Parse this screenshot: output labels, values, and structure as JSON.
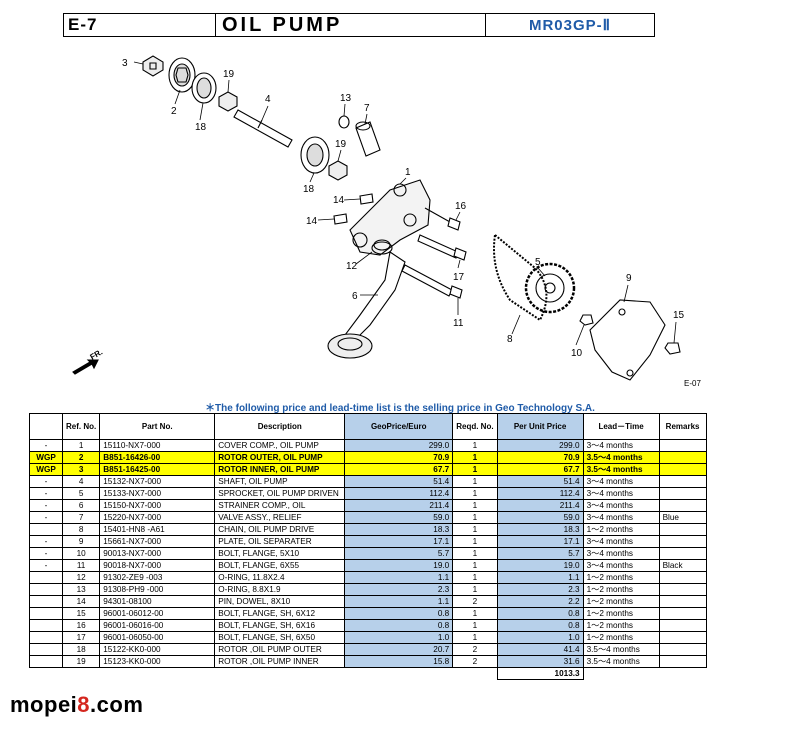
{
  "header": {
    "code": "E-7",
    "title": "OIL  PUMP",
    "model": "MR03GP-Ⅱ"
  },
  "diagram": {
    "callouts": [
      "3",
      "2",
      "18",
      "19",
      "4",
      "13",
      "7",
      "19",
      "18",
      "1",
      "14",
      "14",
      "16",
      "12",
      "6",
      "17",
      "11",
      "5",
      "8",
      "9",
      "15",
      "10"
    ],
    "figure_code": "E-07",
    "front_label": "FR."
  },
  "note": "＊The following price and lead-time list is the selling price in Geo Technology S.A.",
  "table": {
    "headers": {
      "flag": "",
      "ref": "Ref. No.",
      "part": "Part  No.",
      "desc": "Description",
      "geoprice": "GeoPrice/Euro",
      "reqd": "Reqd. No.",
      "unit": "Per Unit Price",
      "lead": "Lead－Time",
      "remarks": "Remarks"
    },
    "rows": [
      {
        "flag": "-",
        "ref": "1",
        "part": "15110-NX7-000",
        "desc": "COVER COMP., OIL PUMP",
        "price": "299.0",
        "reqd": "1",
        "unit": "299.0",
        "lead": "3～4 months",
        "remarks": "",
        "hl": false
      },
      {
        "flag": "WGP",
        "ref": "2",
        "part": "B851-16426-00",
        "desc": "ROTOR OUTER, OIL PUMP",
        "price": "70.9",
        "reqd": "1",
        "unit": "70.9",
        "lead": "3.5～4 months",
        "remarks": "",
        "hl": true
      },
      {
        "flag": "WGP",
        "ref": "3",
        "part": "B851-16425-00",
        "desc": "ROTOR INNER, OIL PUMP",
        "price": "67.7",
        "reqd": "1",
        "unit": "67.7",
        "lead": "3.5～4 months",
        "remarks": "",
        "hl": true
      },
      {
        "flag": "-",
        "ref": "4",
        "part": "15132-NX7-000",
        "desc": "SHAFT, OIL PUMP",
        "price": "51.4",
        "reqd": "1",
        "unit": "51.4",
        "lead": "3～4 months",
        "remarks": "",
        "hl": false
      },
      {
        "flag": "-",
        "ref": "5",
        "part": "15133-NX7-000",
        "desc": "SPROCKET, OIL PUMP DRIVEN",
        "price": "112.4",
        "reqd": "1",
        "unit": "112.4",
        "lead": "3～4 months",
        "remarks": "",
        "hl": false
      },
      {
        "flag": "-",
        "ref": "6",
        "part": "15150-NX7-000",
        "desc": "STRAINER COMP., OIL",
        "price": "211.4",
        "reqd": "1",
        "unit": "211.4",
        "lead": "3～4 months",
        "remarks": "",
        "hl": false
      },
      {
        "flag": "-",
        "ref": "7",
        "part": "15220-NX7-000",
        "desc": "VALVE ASSY., RELIEF",
        "price": "59.0",
        "reqd": "1",
        "unit": "59.0",
        "lead": "3～4 months",
        "remarks": "Blue",
        "hl": false
      },
      {
        "flag": "",
        "ref": "8",
        "part": "15401-HN8 -A61",
        "desc": "CHAIN, OIL PUMP DRIVE",
        "price": "18.3",
        "reqd": "1",
        "unit": "18.3",
        "lead": "1～2 months",
        "remarks": "",
        "hl": false
      },
      {
        "flag": "-",
        "ref": "9",
        "part": "15661-NX7-000",
        "desc": "PLATE, OIL SEPARATER",
        "price": "17.1",
        "reqd": "1",
        "unit": "17.1",
        "lead": "3～4 months",
        "remarks": "",
        "hl": false
      },
      {
        "flag": "-",
        "ref": "10",
        "part": "90013-NX7-000",
        "desc": "BOLT, FLANGE, 5X10",
        "price": "5.7",
        "reqd": "1",
        "unit": "5.7",
        "lead": "3～4 months",
        "remarks": "",
        "hl": false
      },
      {
        "flag": "-",
        "ref": "11",
        "part": "90018-NX7-000",
        "desc": "BOLT, FLANGE, 6X55",
        "price": "19.0",
        "reqd": "1",
        "unit": "19.0",
        "lead": "3～4 months",
        "remarks": "Black",
        "hl": false
      },
      {
        "flag": "",
        "ref": "12",
        "part": "91302-ZE9 -003",
        "desc": "O-RING, 11.8X2.4",
        "price": "1.1",
        "reqd": "1",
        "unit": "1.1",
        "lead": "1～2 months",
        "remarks": "",
        "hl": false
      },
      {
        "flag": "",
        "ref": "13",
        "part": "91308-PH9 -000",
        "desc": "O-RING, 8.8X1.9",
        "price": "2.3",
        "reqd": "1",
        "unit": "2.3",
        "lead": "1～2 months",
        "remarks": "",
        "hl": false
      },
      {
        "flag": "",
        "ref": "14",
        "part": "94301-08100",
        "desc": "PIN, DOWEL, 8X10",
        "price": "1.1",
        "reqd": "2",
        "unit": "2.2",
        "lead": "1～2 months",
        "remarks": "",
        "hl": false
      },
      {
        "flag": "",
        "ref": "15",
        "part": "96001-06012-00",
        "desc": "BOLT, FLANGE, SH, 6X12",
        "price": "0.8",
        "reqd": "1",
        "unit": "0.8",
        "lead": "1～2 months",
        "remarks": "",
        "hl": false
      },
      {
        "flag": "",
        "ref": "16",
        "part": "96001-06016-00",
        "desc": "BOLT, FLANGE, SH, 6X16",
        "price": "0.8",
        "reqd": "1",
        "unit": "0.8",
        "lead": "1～2 months",
        "remarks": "",
        "hl": false
      },
      {
        "flag": "",
        "ref": "17",
        "part": "96001-06050-00",
        "desc": "BOLT, FLANGE, SH, 6X50",
        "price": "1.0",
        "reqd": "1",
        "unit": "1.0",
        "lead": "1～2 months",
        "remarks": "",
        "hl": false
      },
      {
        "flag": "",
        "ref": "18",
        "part": "15122-KK0-000",
        "desc": "ROTOR ,OIL PUMP OUTER",
        "price": "20.7",
        "reqd": "2",
        "unit": "41.4",
        "lead": "3.5～4 months",
        "remarks": "",
        "hl": false
      },
      {
        "flag": "",
        "ref": "19",
        "part": "15123-KK0-000",
        "desc": "ROTOR ,OIL PUMP INNER",
        "price": "15.8",
        "reqd": "2",
        "unit": "31.6",
        "lead": "3.5～4 months",
        "remarks": "",
        "hl": false
      }
    ],
    "total": "1013.3"
  },
  "watermark": {
    "prefix": "mopei",
    "accent": "8",
    "suffix": ".com"
  },
  "colors": {
    "price_column": "#b7d0ea",
    "highlight": "#ffff00",
    "note_blue": "#1f5ba8",
    "watermark_red": "#d4261e"
  }
}
